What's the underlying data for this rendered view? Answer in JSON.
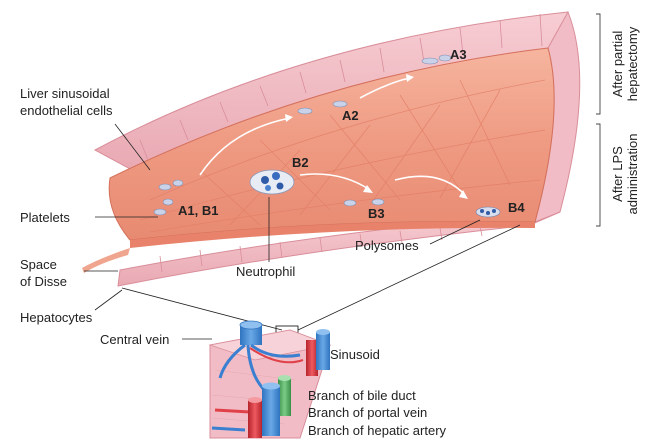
{
  "labels": {
    "lsec_line1": "Liver sinusoidal",
    "lsec_line2": "endothelial cells",
    "platelets": "Platelets",
    "space_line1": "Space",
    "space_line2": "of Disse",
    "hepatocytes": "Hepatocytes",
    "neutrophil": "Neutrophil",
    "polysomes": "Polysomes",
    "central_vein": "Central vein",
    "sinusoid": "Sinusoid",
    "bile_duct": "Branch of bile duct",
    "portal_vein": "Branch of portal vein",
    "hepatic_artery": "Branch of hepatic artery"
  },
  "steps": {
    "a1b1": "A1, B1",
    "a2": "A2",
    "a3": "A3",
    "b2": "B2",
    "b3": "B3",
    "b4": "B4"
  },
  "side_brackets": {
    "partial_line1": "After partial",
    "partial_line2": "hepatectomy",
    "lps_line1": "After LPS",
    "lps_line2": "administration"
  },
  "colors": {
    "lumen": "#f0a58e",
    "endothelium": "#e8826b",
    "hepatocyte": "#f3c2c9",
    "vein_blue": "#4a8fd6",
    "artery_red": "#d9363e",
    "bile_green": "#4aa85a"
  }
}
